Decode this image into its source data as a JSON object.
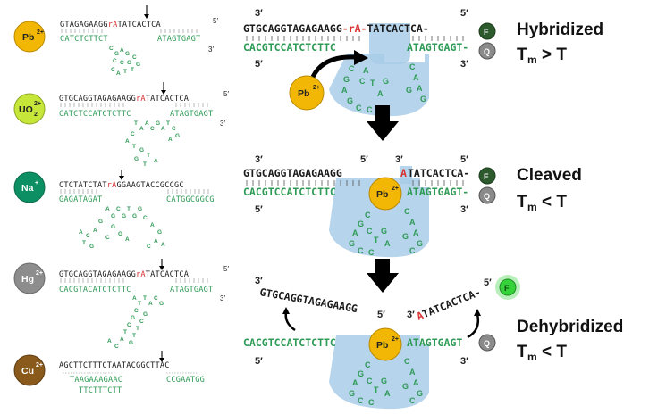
{
  "colors": {
    "green_strand": "#2e9a55",
    "black_strand": "#1a1a1a",
    "cleavage_red": "#d93030",
    "highlight_blue": "#a9cce8",
    "pb_ion": "#f2b705",
    "uo2_ion": "#c6e63a",
    "na_ion": "#0d8f64",
    "hg_ion": "#8d8d8d",
    "cu_ion": "#8a5a1c",
    "fluorophore": "#2c5a2c",
    "fluorophore_glow": "#36d23a",
    "quencher": "#8a8a8a"
  },
  "left_panel": [
    {
      "ion": "Pb",
      "charge": "2+",
      "substrate": "GTAGAGAAGGrATATCACTCA",
      "enzyme_left": "CATCTCTTCT",
      "enzyme_right": "ATAGTGAGT",
      "loop": [
        "C",
        "G",
        "A",
        "G",
        "C",
        "C",
        "G",
        "C",
        "C",
        "A",
        "T",
        "T",
        "G"
      ]
    },
    {
      "ion": "UO",
      "ion_sub": "2",
      "charge": "2+",
      "substrate": "GTGCAGGTAGAGAAGGrATATCACTCA",
      "enzyme_left": "CATCTCCATCTCTTC",
      "enzyme_right": "ATAGTGAGT",
      "loop": [
        "T",
        "A",
        "A",
        "C",
        "G",
        "A",
        "T",
        "C",
        "G",
        "A",
        "C",
        "A",
        "T",
        "G",
        "T",
        "A"
      ]
    },
    {
      "ion": "Na",
      "charge": "+",
      "substrate": "CTCTATCTATrAGGAAGTACCGCCGC",
      "enzyme_left": "GAGATAGAT",
      "enzyme_right": "CATGGCGGCG",
      "loop": [
        "A",
        "G",
        "C",
        "G",
        "T",
        "G",
        "G",
        "G",
        "A",
        "C",
        "A",
        "T",
        "G",
        "C",
        "A",
        "G",
        "A",
        "C",
        "A"
      ]
    },
    {
      "ion": "Hg",
      "charge": "2+",
      "substrate": "GTGCAGGTAGAGAAGGrATATCACTCA",
      "enzyme_left": "CACGTACATCTCTTC",
      "enzyme_right": "ATAGTGAGT",
      "loop": [
        "A",
        "T",
        "T",
        "A",
        "C",
        "G",
        "C",
        "G",
        "C",
        "T",
        "A",
        "G",
        "C",
        "T",
        "T",
        "G"
      ]
    },
    {
      "ion": "Cu",
      "charge": "2+",
      "substrate": "AGCTTCTTTCTAATACGGCTTAC",
      "enzyme_left": "TAAGAAAGAAC",
      "enzyme_right": "CCGAATGG",
      "enzyme_bottom": "TTCTTTCTT",
      "loop": []
    }
  ],
  "states": [
    {
      "title": "Hybridized",
      "tm_relation": "> T",
      "top_strand": "GTGCAGGTAGAGAAGG",
      "cleavage_site": "-rA-",
      "top_strand_right": "TATCACTCA-",
      "bottom_strand_left": "CACGTCCATCTCTTC",
      "bottom_strand_right": "ATAGTGAGT-"
    },
    {
      "title": "Cleaved",
      "tm_relation": "< T",
      "top_strand": "GTGCAGGTAGAGAAGG",
      "cleavage_site": "A",
      "top_strand_right": "TATCACTCA-",
      "bottom_strand_left": "CACGTCCATCTCTTC",
      "bottom_strand_right": "ATAGTGAGT-"
    },
    {
      "title": "Dehybridized",
      "tm_relation": "< T",
      "top_strand": "GTGCAGGTAGAGAAGG",
      "cleavage_site": "A",
      "top_strand_right": "TATCACTCA-",
      "bottom_strand_left": "CACGTCCATCTCTTC",
      "bottom_strand_right": "ATAGTGAGT"
    }
  ],
  "labels": {
    "tm_symbol": "T",
    "tm_sub": "m",
    "pb_ion": "Pb",
    "pb_charge": "2+",
    "fluorophore": "F",
    "quencher": "Q",
    "prime3": "3′",
    "prime5": "5′"
  },
  "enzyme_loop_letters": [
    "C",
    "G",
    "A",
    "G",
    "C",
    "C",
    "G",
    "C",
    "C",
    "A",
    "T",
    "T",
    "G",
    "A",
    "A"
  ]
}
